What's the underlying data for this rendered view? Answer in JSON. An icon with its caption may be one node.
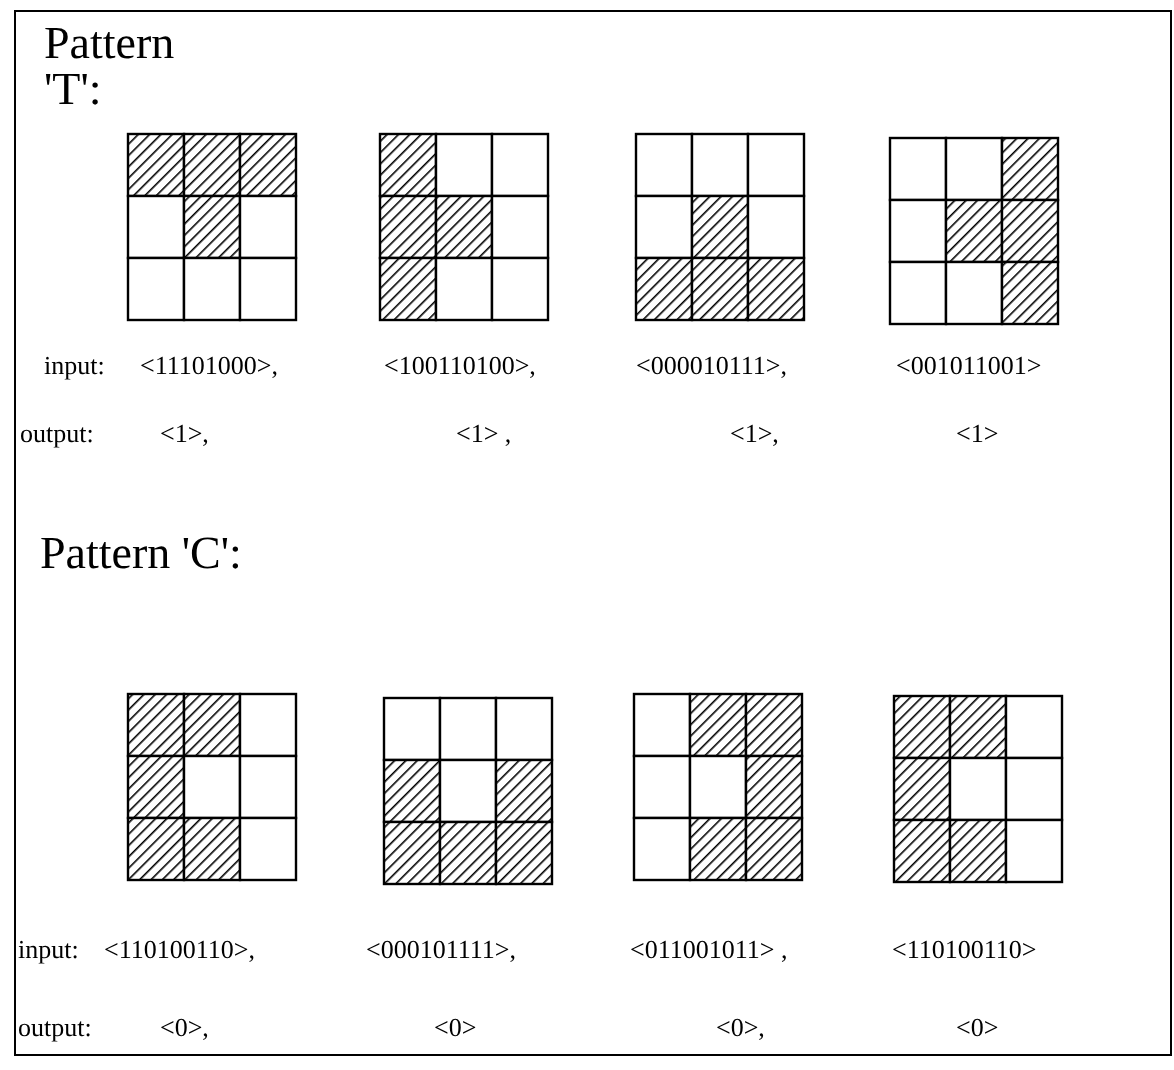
{
  "diagram": {
    "labels": [
      "Pattern 'T':",
      "input:",
      "<11101000>,",
      "<100110100>,",
      "<000010111>,",
      "<001011001>",
      "output:",
      "<1>,",
      "<1> ,",
      "<1>,",
      "<1>",
      "Pattern 'C':",
      "input:",
      "<110100110>,",
      "<000101111>,",
      "<011001011> ,",
      "<110100110>",
      "output:",
      "<0>,",
      "<0>",
      "<0>,",
      "<0>"
    ]
  }
}
